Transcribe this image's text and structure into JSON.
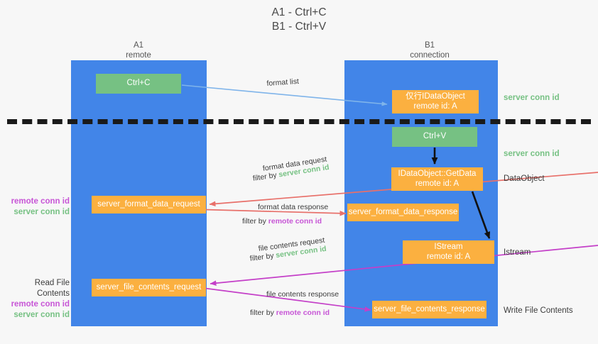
{
  "title": {
    "line1": "A1 - Ctrl+C",
    "line2": "B1 - Ctrl+V"
  },
  "columns": [
    {
      "id": "a1",
      "name": "A1",
      "sub": "remote"
    },
    {
      "id": "b1",
      "name": "B1",
      "sub": "connection"
    }
  ],
  "nodes": {
    "ctrl_c": {
      "label": "Ctrl+C",
      "sub": "",
      "color": "#76c183"
    },
    "idataobject": {
      "label": "仅行IDataObject",
      "sub": "remote id: A",
      "color": "#fbb040"
    },
    "ctrl_v": {
      "label": "Ctrl+V",
      "sub": "",
      "color": "#76c183"
    },
    "getdata": {
      "label": "IDataObject::GetData",
      "sub": "remote id: A",
      "color": "#fbb040"
    },
    "istream": {
      "label": "IStream",
      "sub": "remote id: A",
      "color": "#fbb040"
    },
    "sfd_request": {
      "label": "server_format_data_request",
      "color": "#fbb040"
    },
    "sfd_response": {
      "label": "server_format_data_response",
      "color": "#fbb040"
    },
    "sfc_request": {
      "label": "server_file_contents_request",
      "color": "#fbb040"
    },
    "sfc_response": {
      "label": "server_file_contents_response",
      "color": "#fbb040"
    }
  },
  "arrow_labels": {
    "format_list": "format list",
    "format_data_request": "format data request",
    "format_data_request_filter_prefix": "filter by ",
    "format_data_request_filter_value": "server conn id",
    "format_data_response": "format data response",
    "format_data_response_filter_prefix": "filter by ",
    "format_data_response_filter_value": "remote conn id",
    "file_contents_request": "file contents request",
    "file_contents_request_filter_prefix": "filter by ",
    "file_contents_request_filter_value": "server conn id",
    "file_contents_response": "file contents response",
    "file_contents_response_filter_prefix": "filter by ",
    "file_contents_response_filter_value": "remote conn id"
  },
  "side_labels": {
    "right_server_conn_1": "server conn id",
    "right_server_conn_2": "server conn id",
    "dataobject": "DataObject",
    "istream": "Istream",
    "write_file_contents": "Write File Contents",
    "left_remote_conn_1": "remote conn id",
    "left_server_conn_1": "server conn id",
    "read_file_contents": "Read File Contents",
    "left_remote_conn_2": "remote conn id",
    "left_server_conn_2": "server conn id"
  },
  "colors": {
    "lane": "#4285e8",
    "green": "#76c183",
    "orange": "#fbb040",
    "purple": "#c755d6",
    "red_arrow": "#e8706a",
    "blue_arrow": "#7fb4ea",
    "magenta_arrow": "#c43fc8",
    "black_arrow": "#111111",
    "background": "#f7f7f7"
  }
}
